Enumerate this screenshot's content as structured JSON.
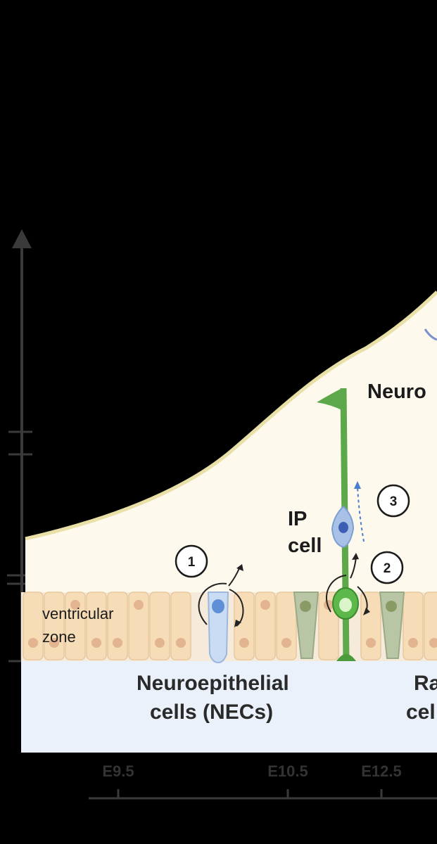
{
  "labels": {
    "neuron_partial": "Neuro",
    "ip_cell_line1": "IP",
    "ip_cell_line2": "cell",
    "ventricular_zone_line1": "ventricular",
    "ventricular_zone_line2": "zone",
    "necs_line1": "Neuroepithelial",
    "necs_line2": "cells (NECs)",
    "radial_partial_line1": "Ra",
    "radial_partial_line2": "cel",
    "step1": "1",
    "step2": "2",
    "step3": "3"
  },
  "timeline": {
    "ticks": [
      "E9.5",
      "E10.5",
      "E12.5"
    ]
  },
  "colors": {
    "background": "#000000",
    "tissue": "#fdf9ec",
    "tissue_edge": "#e9e0a8",
    "ventricle": "#eaf1fa",
    "nec_cell": "#f7dcb8",
    "nec_nucleus": "#e2b48f",
    "neuron_green": "#5ca84a",
    "radial_glia_gray": "#b9c6a6",
    "ip_cell_blue": "#a9c1e6",
    "axis_gray": "#3a3a3a",
    "timeline_text": "#333333"
  }
}
